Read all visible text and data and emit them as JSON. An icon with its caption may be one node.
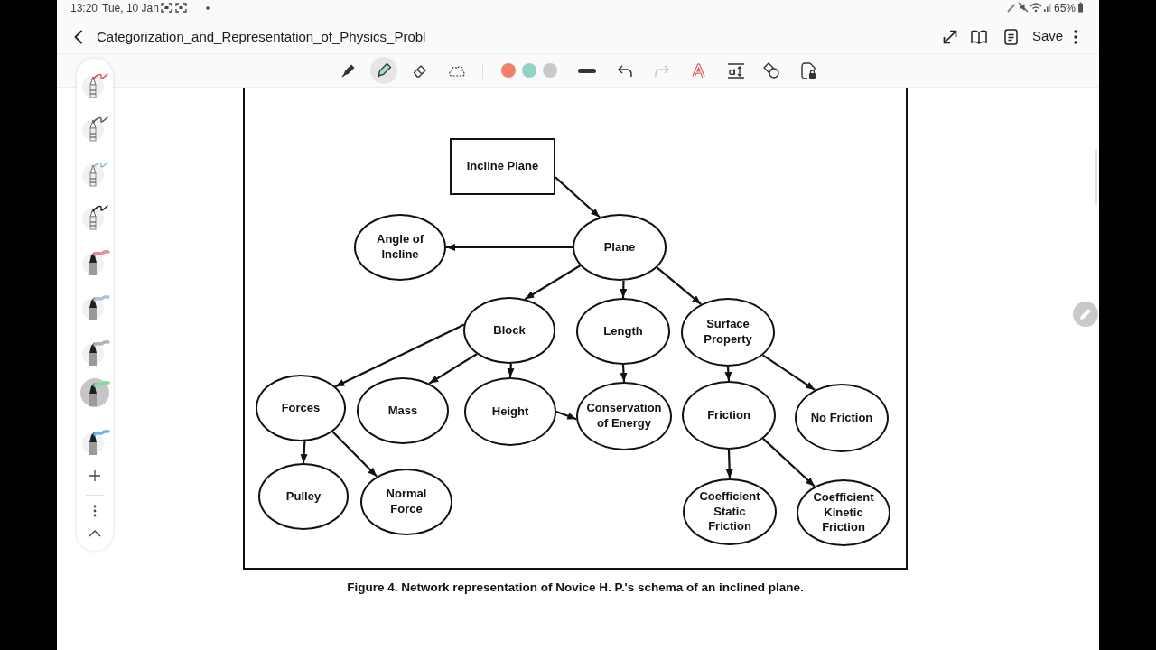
{
  "diagram": {
    "caption": "Figure 4. Network representation of Novice H. P.'s schema of an inclined plane.",
    "nodes": [
      {
        "text": [
          "Incline Plane"
        ]
      },
      {
        "text": [
          "Angle of Incline"
        ]
      },
      {
        "text": [
          "Plane"
        ]
      },
      {
        "text": [
          "Block"
        ]
      },
      {
        "text": [
          "Length"
        ]
      },
      {
        "text": [
          "Surface Property"
        ]
      },
      {
        "text": [
          "Forces"
        ]
      },
      {
        "text": [
          "Mass"
        ]
      },
      {
        "text": [
          "Height"
        ]
      },
      {
        "text": [
          "Conservation of Energy"
        ]
      },
      {
        "text": [
          "Friction"
        ]
      },
      {
        "text": [
          "No Friction"
        ]
      },
      {
        "text": [
          "Pulley"
        ]
      },
      {
        "text": [
          "Normal Force"
        ]
      },
      {
        "text": [
          "Coefficient Static Friction"
        ]
      },
      {
        "text": [
          "Coefficient Kinetic Friction"
        ]
      }
    ],
    "edges": [
      {
        "from": 0,
        "to": 2,
        "arrow": "to"
      },
      {
        "from": 2,
        "to": 1,
        "arrow": "to"
      },
      {
        "from": 2,
        "to": 3,
        "arrow": "to"
      },
      {
        "from": 2,
        "to": 4,
        "arrow": "to"
      },
      {
        "from": 2,
        "to": 5,
        "arrow": "to"
      },
      {
        "from": 3,
        "to": 6,
        "arrow": "to"
      },
      {
        "from": 3,
        "to": 7,
        "arrow": "to"
      },
      {
        "from": 3,
        "to": 8,
        "arrow": "to"
      },
      {
        "from": 4,
        "to": 9,
        "arrow": "to"
      },
      {
        "from": 8,
        "to": 9,
        "arrow": "to"
      },
      {
        "from": 5,
        "to": 10,
        "arrow": "to"
      },
      {
        "from": 5,
        "to": 11,
        "arrow": "to"
      },
      {
        "from": 6,
        "to": 12,
        "arrow": "to"
      },
      {
        "from": 6,
        "to": 13,
        "arrow": "to"
      },
      {
        "from": 10,
        "to": 14,
        "arrow": "to"
      },
      {
        "from": 10,
        "to": 15,
        "arrow": "to"
      }
    ],
    "labels": [
      "13:20",
      "Tue, 10 Jan",
      "65%",
      "Categorization_and_Representation_of_Physics_Probl",
      "Save"
    ]
  }
}
